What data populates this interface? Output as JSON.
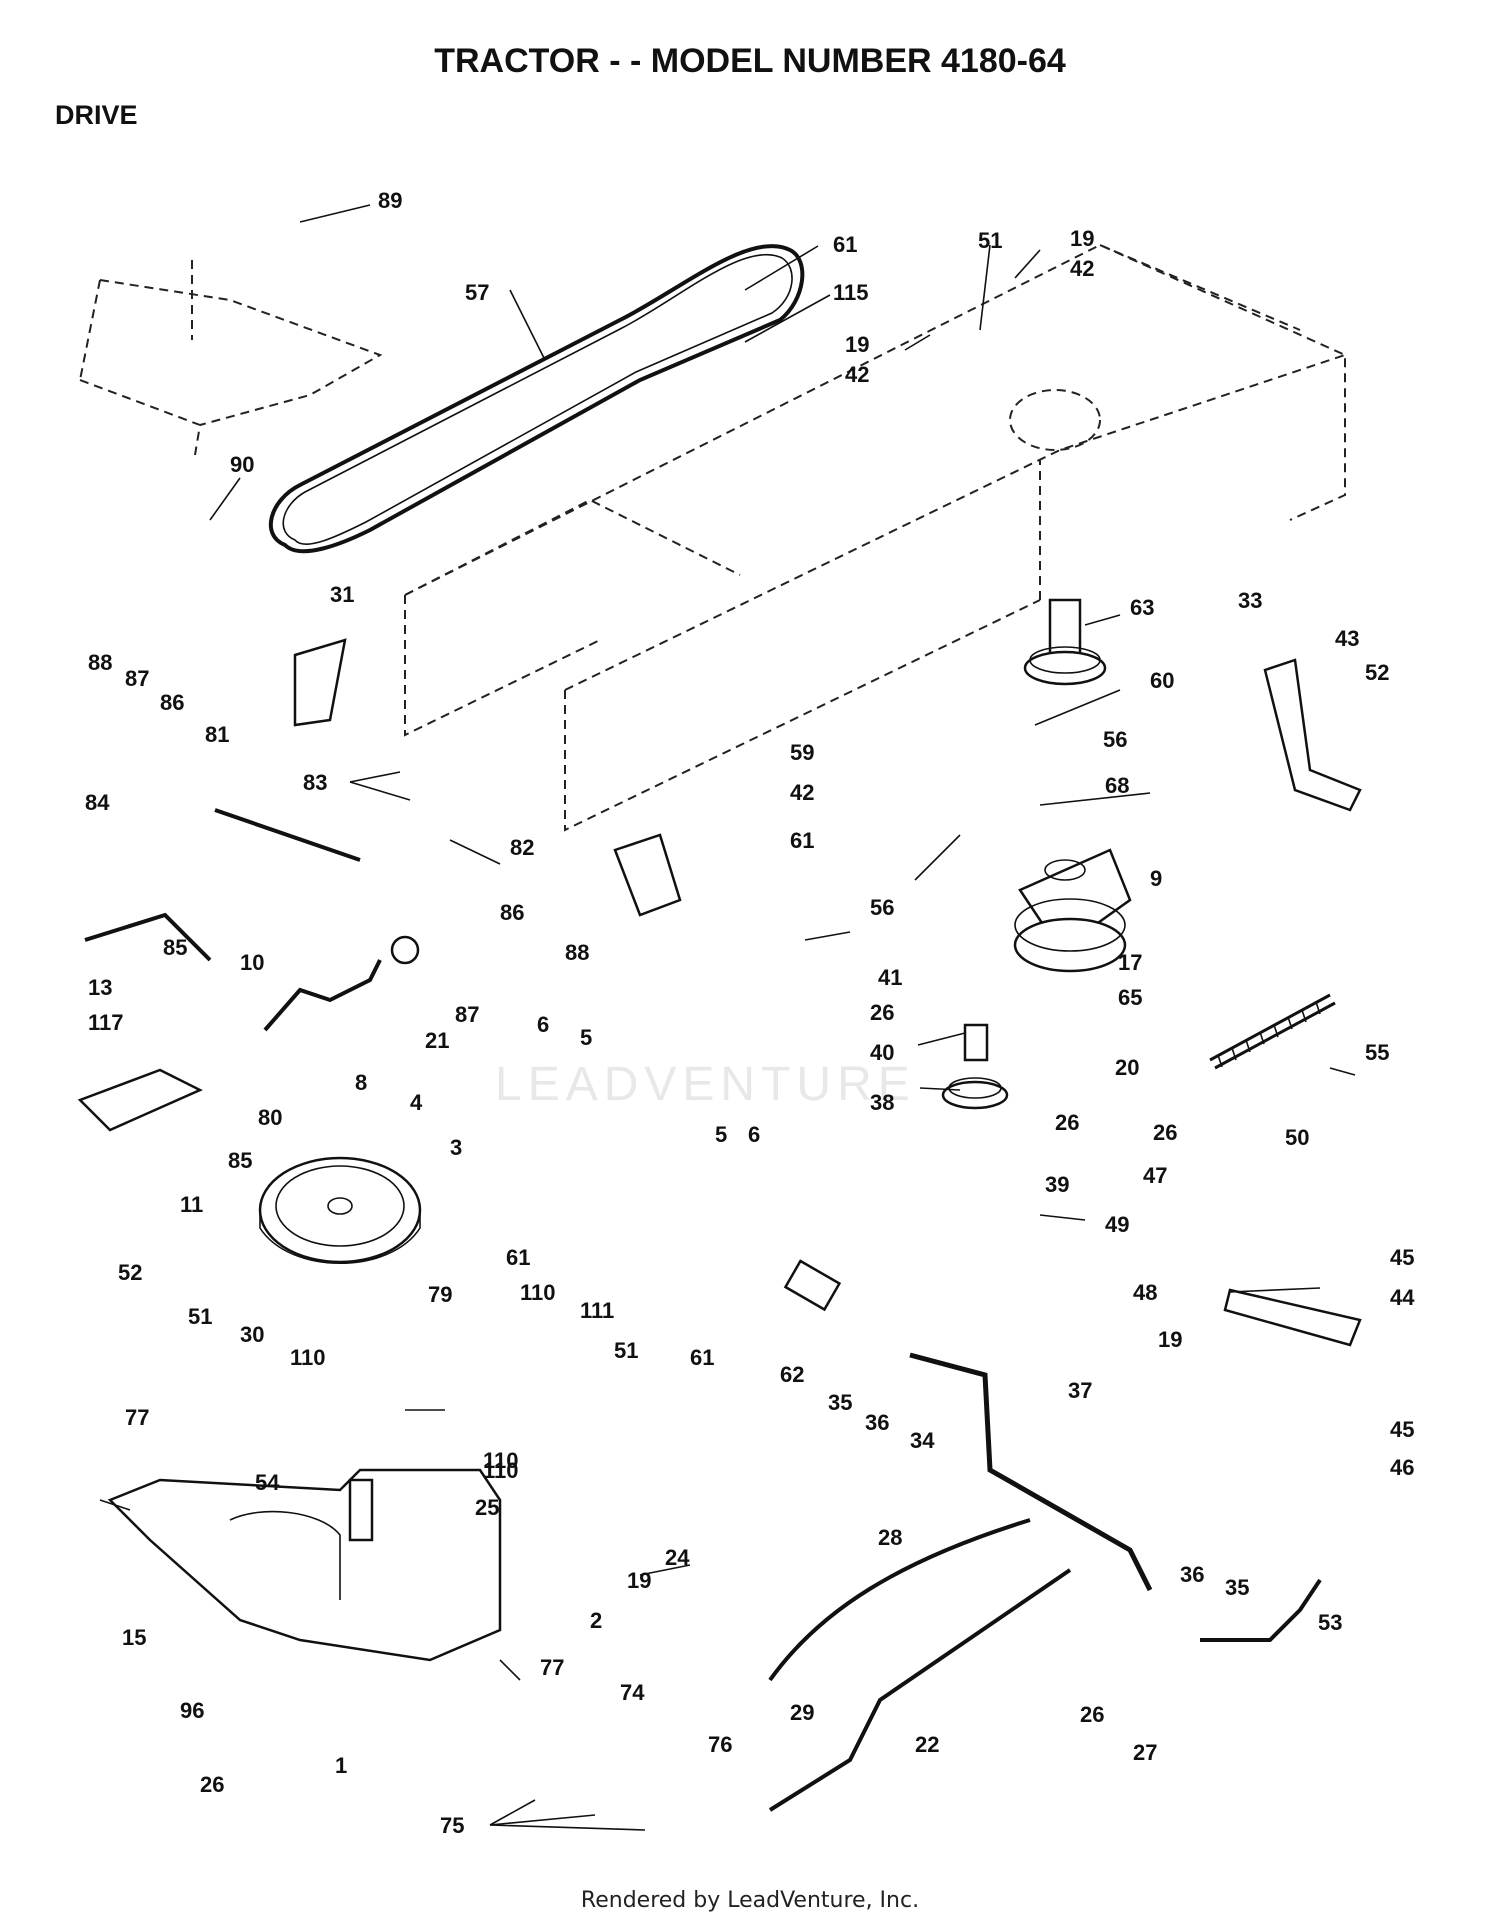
{
  "header": {
    "title": "TRACTOR - - MODEL NUMBER 4180-64",
    "section": "DRIVE"
  },
  "watermark": "LEADVENTURE",
  "footer": "Rendered by LeadVenture, Inc.",
  "callouts": [
    "89",
    "61",
    "115",
    "57",
    "51",
    "19",
    "42",
    "19",
    "42",
    "90",
    "31",
    "63",
    "33",
    "43",
    "52",
    "60",
    "88",
    "87",
    "86",
    "81",
    "83",
    "59",
    "56",
    "42",
    "68",
    "84",
    "82",
    "61",
    "9",
    "56",
    "86",
    "85",
    "88",
    "10",
    "87",
    "13",
    "21",
    "41",
    "17",
    "117",
    "26",
    "65",
    "8",
    "6",
    "5",
    "40",
    "20",
    "55",
    "4",
    "80",
    "85",
    "38",
    "26",
    "50",
    "3",
    "26",
    "5",
    "6",
    "47",
    "11",
    "61",
    "39",
    "49",
    "45",
    "52",
    "79",
    "62",
    "44",
    "110",
    "111",
    "48",
    "51",
    "30",
    "51",
    "61",
    "110",
    "19",
    "110",
    "35",
    "36",
    "45",
    "77",
    "34",
    "37",
    "46",
    "54",
    "110",
    "25",
    "24",
    "28",
    "19",
    "36",
    "35",
    "2",
    "53",
    "15",
    "77",
    "74",
    "29",
    "96",
    "22",
    "26",
    "1",
    "76",
    "27",
    "26",
    "75"
  ]
}
